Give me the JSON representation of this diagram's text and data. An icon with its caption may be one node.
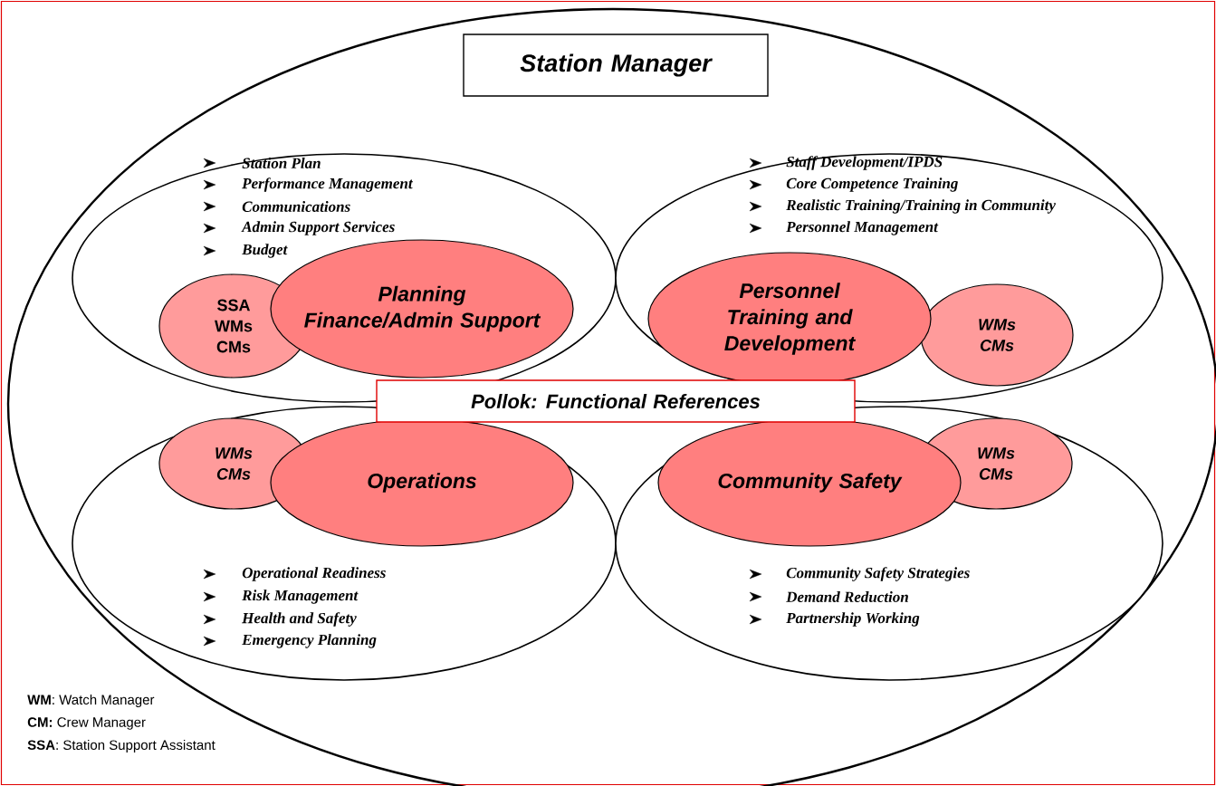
{
  "diagram": {
    "nodes": [
      {
        "text": [],
        "shape": "ellipse"
      },
      {
        "text": [
          "Station Manager"
        ],
        "in": 0
      },
      {
        "text": [
          "Station Plan",
          "Performance Management",
          "Communications",
          "Admin Support Services",
          "Budget"
        ],
        "in": 0
      },
      {
        "text": [
          "Planning Finance/Admin Support"
        ],
        "in": 2
      },
      {
        "text": [
          "SSA WMs CMs"
        ],
        "in": 2
      },
      {
        "text": [
          "Staff Development/IPDS",
          "Core Competence Training",
          "Realistic Training/Training in Community",
          "Personnel Management"
        ],
        "in": 0
      },
      {
        "text": [
          "Personnel Training and Development"
        ],
        "in": 5
      },
      {
        "text": [
          "WMs CMs"
        ],
        "in": 5
      },
      {
        "text": [
          "Pollok: Functional References"
        ],
        "in": 0
      },
      {
        "text": [
          "Operational Readiness",
          "Risk Management",
          "Health and Safety",
          "Emergency Planning"
        ],
        "in": 0
      },
      {
        "text": [
          "WMs CMs"
        ],
        "in": 9
      },
      {
        "text": [
          "Operations"
        ],
        "in": 9
      },
      {
        "text": [
          "Community Safety Strategies",
          "Demand Reduction",
          "Partnership Working"
        ],
        "in": 0
      },
      {
        "text": [
          "Community Safety"
        ],
        "in": 12
      },
      {
        "text": [
          "WMs CMs"
        ],
        "in": 12
      }
    ],
    "edges": [],
    "labels": [
      "**WM**: Watch Manager",
      "**CM:**  Crew Manager",
      "**SSA**: Station Support Assistant"
    ]
  }
}
